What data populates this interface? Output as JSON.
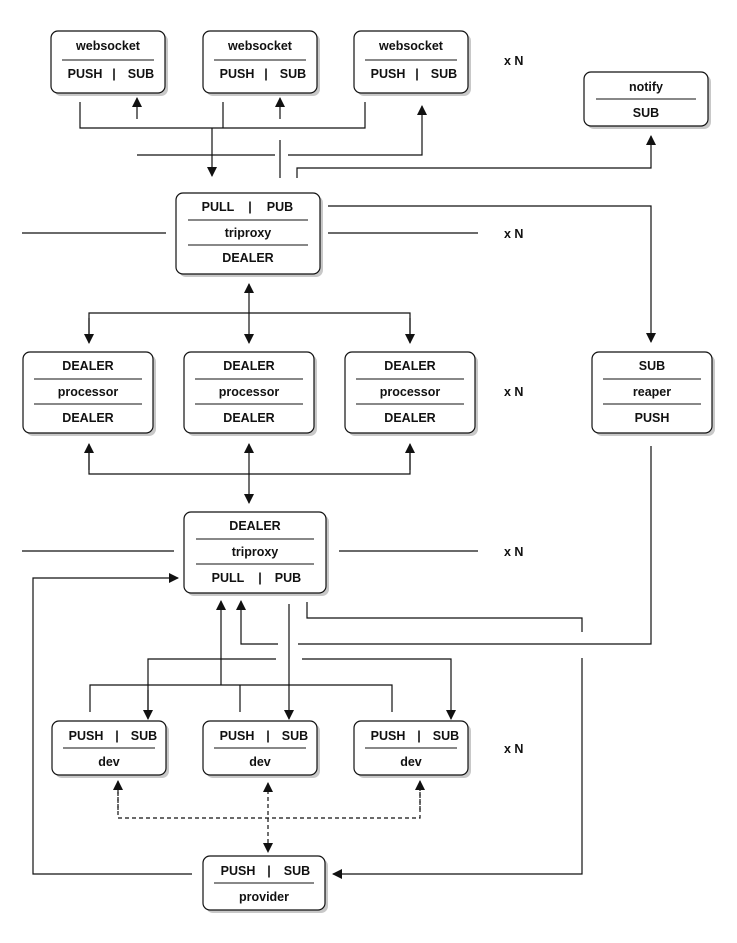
{
  "nodes": {
    "websocket_1": {
      "role": "websocket",
      "ports": [
        "PUSH",
        "SUB"
      ]
    },
    "websocket_2": {
      "role": "websocket",
      "ports": [
        "PUSH",
        "SUB"
      ]
    },
    "websocket_3": {
      "role": "websocket",
      "ports": [
        "PUSH",
        "SUB"
      ]
    },
    "notify": {
      "role": "notify",
      "bottom": "SUB"
    },
    "triproxy_top": {
      "ports": [
        "PULL",
        "PUB"
      ],
      "role": "triproxy",
      "bottom": "DEALER"
    },
    "processor_1": {
      "top": "DEALER",
      "role": "processor",
      "bottom": "DEALER"
    },
    "processor_2": {
      "top": "DEALER",
      "role": "processor",
      "bottom": "DEALER"
    },
    "processor_3": {
      "top": "DEALER",
      "role": "processor",
      "bottom": "DEALER"
    },
    "reaper": {
      "top": "SUB",
      "role": "reaper",
      "bottom": "PUSH"
    },
    "triproxy_bottom": {
      "top": "DEALER",
      "role": "triproxy",
      "ports": [
        "PULL",
        "PUB"
      ]
    },
    "dev_1": {
      "ports": [
        "PUSH",
        "SUB"
      ],
      "role": "dev"
    },
    "dev_2": {
      "ports": [
        "PUSH",
        "SUB"
      ],
      "role": "dev"
    },
    "dev_3": {
      "ports": [
        "PUSH",
        "SUB"
      ],
      "role": "dev"
    },
    "provider": {
      "ports": [
        "PUSH",
        "SUB"
      ],
      "role": "provider"
    }
  },
  "multiplicity": {
    "websocket": "x N",
    "triproxy_top": "x N",
    "processor": "x N",
    "triproxy_bottom": "x N",
    "dev": "x N"
  },
  "port_separator": "|"
}
